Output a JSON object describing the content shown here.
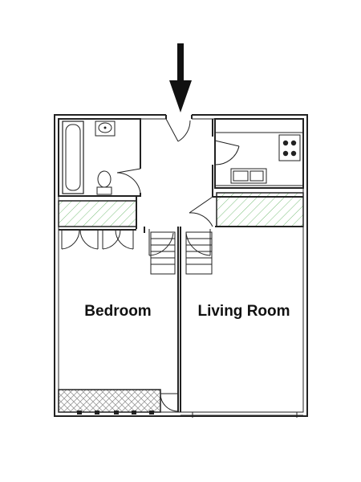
{
  "floorplan": {
    "rooms": [
      {
        "id": "bedroom",
        "label": "Bedroom"
      },
      {
        "id": "living-room",
        "label": "Living Room"
      }
    ],
    "entrance_marker": "arrow-down",
    "colors": {
      "wall": "#222222",
      "hatch": "#7bbf7b",
      "balcony": "#c7c7c7",
      "background": "#ffffff"
    }
  }
}
